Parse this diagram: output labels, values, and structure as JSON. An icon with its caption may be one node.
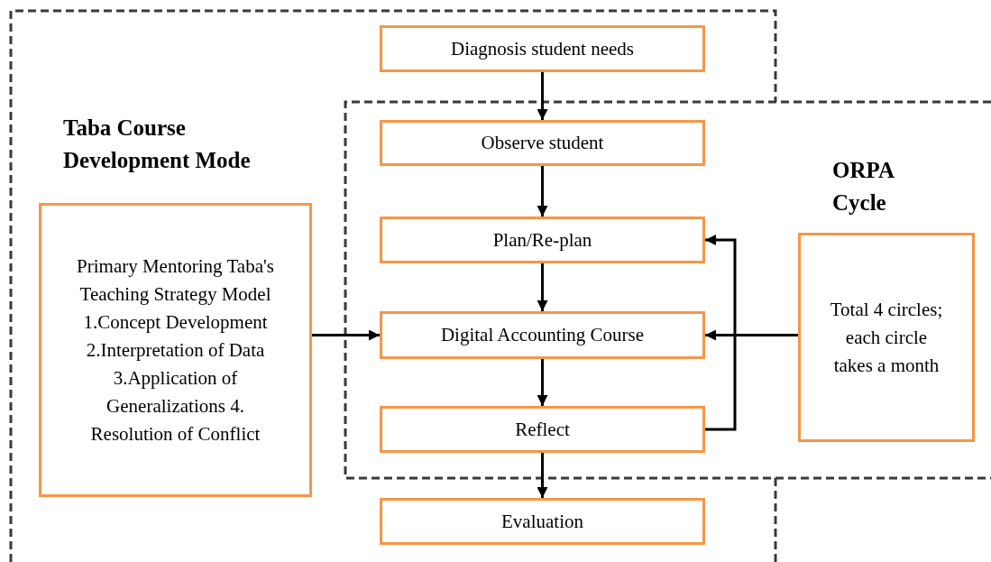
{
  "diagram": {
    "nodes": [
      {
        "text": [
          "Taba Course Development Mode"
        ]
      },
      {
        "text": [
          "ORPA Cycle"
        ]
      },
      {
        "text": [
          "Diagnosis student needs"
        ],
        "in": 0
      },
      {
        "text": [
          "Observe student"
        ]
      },
      {
        "text": [
          "Primary Mentoring Taba's Teaching Strategy Model 1.Concept Development 2.Interpretation of Data 3.Application of Generalizations 4. Resolution of Conflict"
        ],
        "in": 0
      },
      {
        "text": [
          "Plan/Re-plan"
        ]
      },
      {
        "text": [
          "Total 4 circles; each circle takes a month"
        ],
        "in": 1
      },
      {
        "text": [
          "Digital Accounting Course"
        ]
      },
      {
        "text": [
          "Reflect"
        ]
      },
      {
        "text": [
          "Evaluation"
        ],
        "in": 0
      }
    ],
    "edges": [
      {
        "from": 2,
        "to": 3,
        "arrow": "to"
      },
      {
        "from": 3,
        "to": 5,
        "arrow": "to"
      },
      {
        "from": 5,
        "to": 7,
        "arrow": "to"
      },
      {
        "from": 7,
        "to": 8,
        "arrow": "to"
      },
      {
        "from": 8,
        "to": 9,
        "arrow": "to"
      },
      {
        "from": 4,
        "to": 7,
        "arrow": "to"
      },
      {
        "from": 6,
        "to": 7,
        "arrow": "to"
      },
      {
        "from": 8,
        "to": 5,
        "arrow": "to"
      }
    ]
  }
}
